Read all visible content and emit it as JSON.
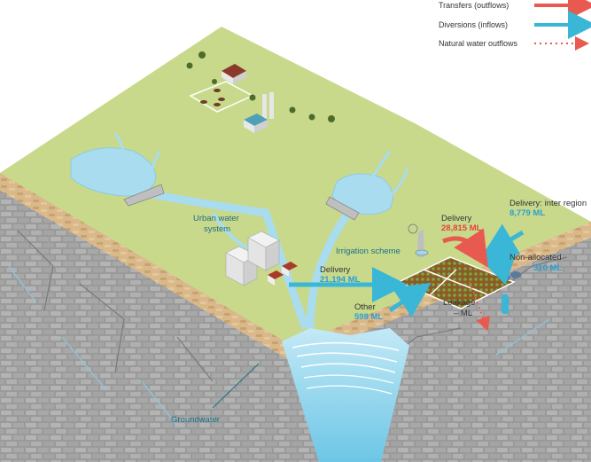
{
  "legend": {
    "transfers": "Transfers (outflows)",
    "diversions": "Diversions (inflows)",
    "natural": "Natural water outflows"
  },
  "labels": {
    "urban_water_system": [
      "Urban water",
      "system"
    ],
    "irrigation_scheme": "Irrigation scheme",
    "groundwater": "Groundwater",
    "delivery_urban": "Delivery",
    "delivery_urban_value": "21,194 ML",
    "other": "Other",
    "other_value": "598 ML",
    "delivery_irrigation": "Delivery",
    "delivery_irrigation_value": "28,815 ML",
    "delivery_inter_region": "Delivery: inter region",
    "delivery_inter_region_value": "8,779 ML",
    "non_allocated": "Non-allocated",
    "non_allocated_value": "310 ML",
    "leakage": "Leakage",
    "leakage_value": "– ML"
  },
  "colors": {
    "transfers": "#e85a4f",
    "diversions": "#3ab6d6",
    "natural": "#e85a4f",
    "land": "#c8d98c",
    "water": "#a9dcef",
    "soil": "#d7b98e",
    "rock": "#8a8a8a"
  }
}
